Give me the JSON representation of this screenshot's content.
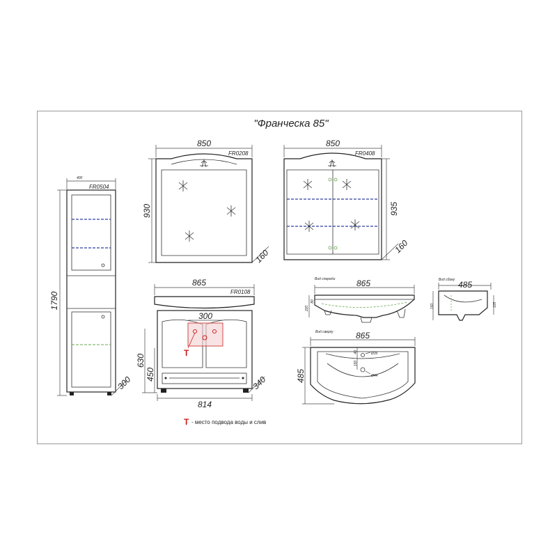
{
  "title": "\"Франческа 85\"",
  "legend": {
    "symbol": "T",
    "text": "- место подвода воды и слив"
  },
  "colors": {
    "line": "#222222",
    "dashed_blue": "#2d3f9e",
    "dashed_green": "#6aa84f",
    "accent_red": "#cc1f1f",
    "frame": "#9a9a9a"
  },
  "pencil_case": {
    "model": "FR0504",
    "width": "400",
    "height": "1790",
    "depth": "300"
  },
  "mirror": {
    "model": "FR0208",
    "width": "850",
    "height": "930",
    "depth": "160"
  },
  "mirror_cabinet": {
    "model": "FR0408",
    "width": "850",
    "height": "935",
    "depth": "160"
  },
  "vanity": {
    "model": "FR0108",
    "top_width": "865",
    "base_width": "814",
    "depth": "340",
    "height": "630",
    "inner_height": "450",
    "zone_width": "300"
  },
  "basin_front": {
    "label": "Вид спереди",
    "width": "865",
    "height": "220",
    "sub_height": "80"
  },
  "basin_side": {
    "label": "Вид сбоку",
    "depth": "485",
    "height": "150",
    "sub_height": "105"
  },
  "basin_top": {
    "label": "Вид сверху",
    "width": "865",
    "depth": "485",
    "hole1": "Ø35",
    "hole2": "Ø44",
    "offset1": "40",
    "offset2": "150"
  }
}
